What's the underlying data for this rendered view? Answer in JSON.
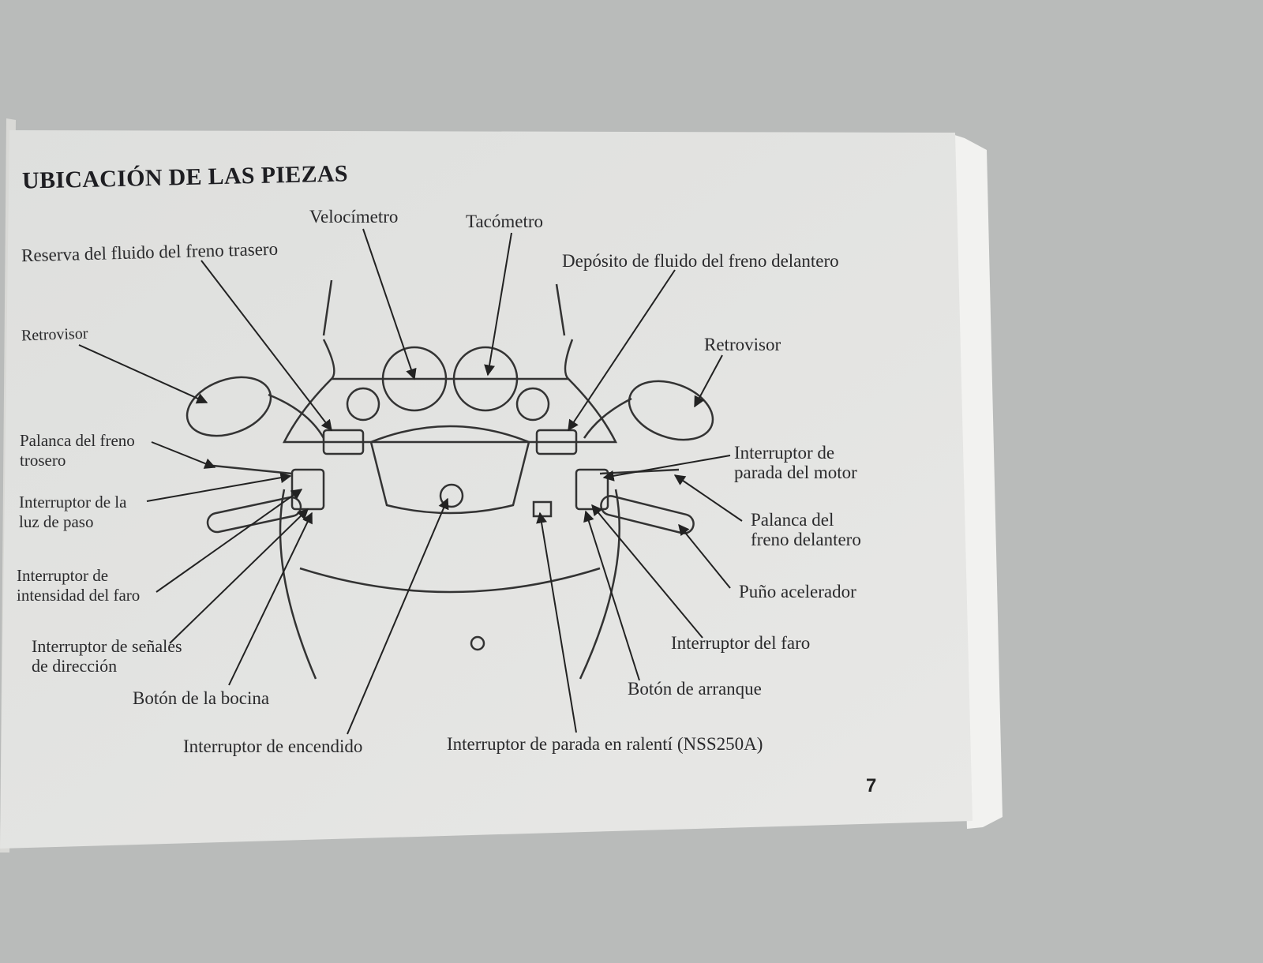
{
  "title": "UBICACIÓN DE LAS PIEZAS",
  "labels": {
    "velocimetro": "Velocímetro",
    "tacometro": "Tacómetro",
    "reserva": "Reserva del fluido del freno trasero",
    "deposito": "Depósito de fluido del freno delantero",
    "retrovisor_left": "Retrovisor",
    "retrovisor_right": "Retrovisor",
    "palanca_trasero_1": "Palanca del freno",
    "palanca_trasero_2": "trosero",
    "luz_paso_1": "Interruptor de la",
    "luz_paso_2": "luz de paso",
    "intensidad_1": "Interruptor de",
    "intensidad_2": "intensidad del faro",
    "senales_1": "Interruptor de señales",
    "senales_2": "de dirección",
    "bocina": "Botón de la bocina",
    "encendido": "Interruptor de encendido",
    "ralenti": "Interruptor de parada en ralentí (NSS250A)",
    "parada_motor_1": "Interruptor de",
    "parada_motor_2": "parada del motor",
    "palanca_delantero_1": "Palanca del",
    "palanca_delantero_2": "freno delantero",
    "puno": "Puño acelerador",
    "faro": "Interruptor del faro",
    "arranque": "Botón de arranque"
  },
  "page_number": "7"
}
